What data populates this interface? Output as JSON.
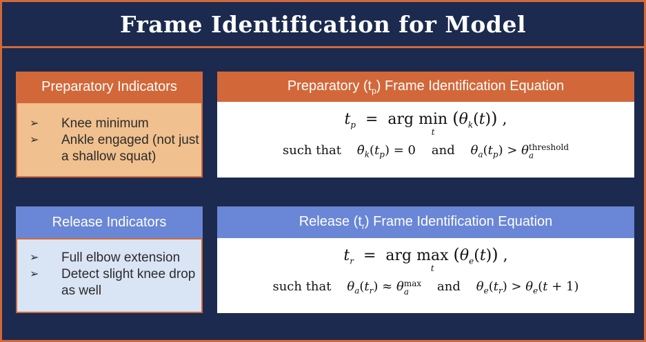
{
  "title": "Frame Identification for Model",
  "preparatory_indicators": {
    "heading": "Preparatory Indicators",
    "items": [
      "Knee minimum",
      "Ankle engaged (not just a shallow squat)"
    ]
  },
  "release_indicators": {
    "heading": "Release Indicators",
    "items": [
      "Full elbow extension",
      "Detect slight knee drop as well"
    ]
  },
  "preparatory_equation": {
    "heading_pre": "Preparatory (t",
    "heading_sub": "p",
    "heading_post": ") Frame Identification Equation",
    "constraint_text": "such that",
    "and_text": "and",
    "sup_threshold": "threshold"
  },
  "release_equation": {
    "heading_pre": "Release (t",
    "heading_sub": "r",
    "heading_post": ") Frame Identification Equation",
    "constraint_text": "such that",
    "and_text": "and",
    "sup_max": "max"
  },
  "bullet_glyph": "➢",
  "colors": {
    "navy": "#1b2a4e",
    "orange": "#d2683a",
    "peach": "#f0c08e",
    "blue": "#6a86d6",
    "light_blue": "#d9e4f4"
  }
}
